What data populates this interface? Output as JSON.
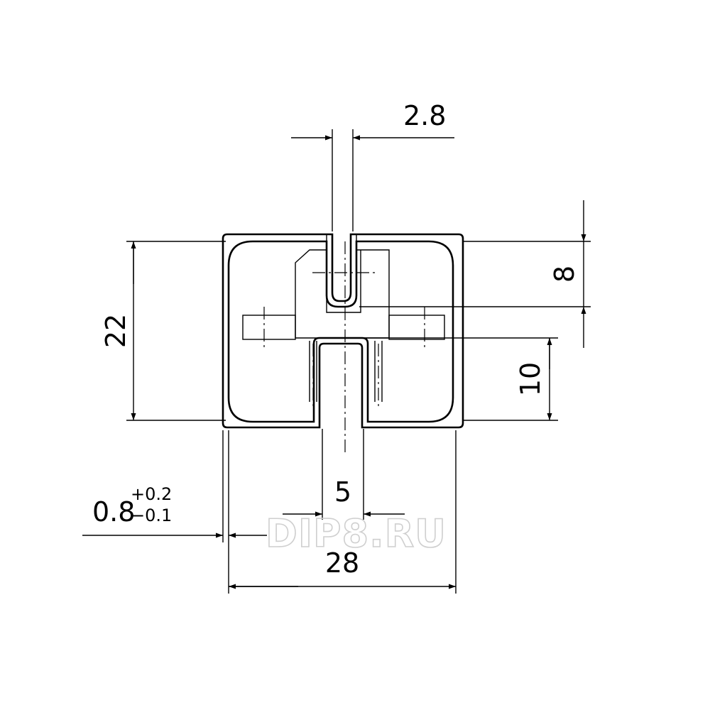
{
  "dimensions": {
    "slot_width": "2.8",
    "height": "22",
    "inner_depth": "8",
    "bottom_depth": "10",
    "bottom_slot": "5",
    "width": "28",
    "thickness": "0.8",
    "tolerance_plus": "+0.2",
    "tolerance_minus": "−0.1"
  },
  "watermark": "DIP8.RU",
  "colors": {
    "line": "#000000",
    "watermark": "#cfcfcf"
  }
}
